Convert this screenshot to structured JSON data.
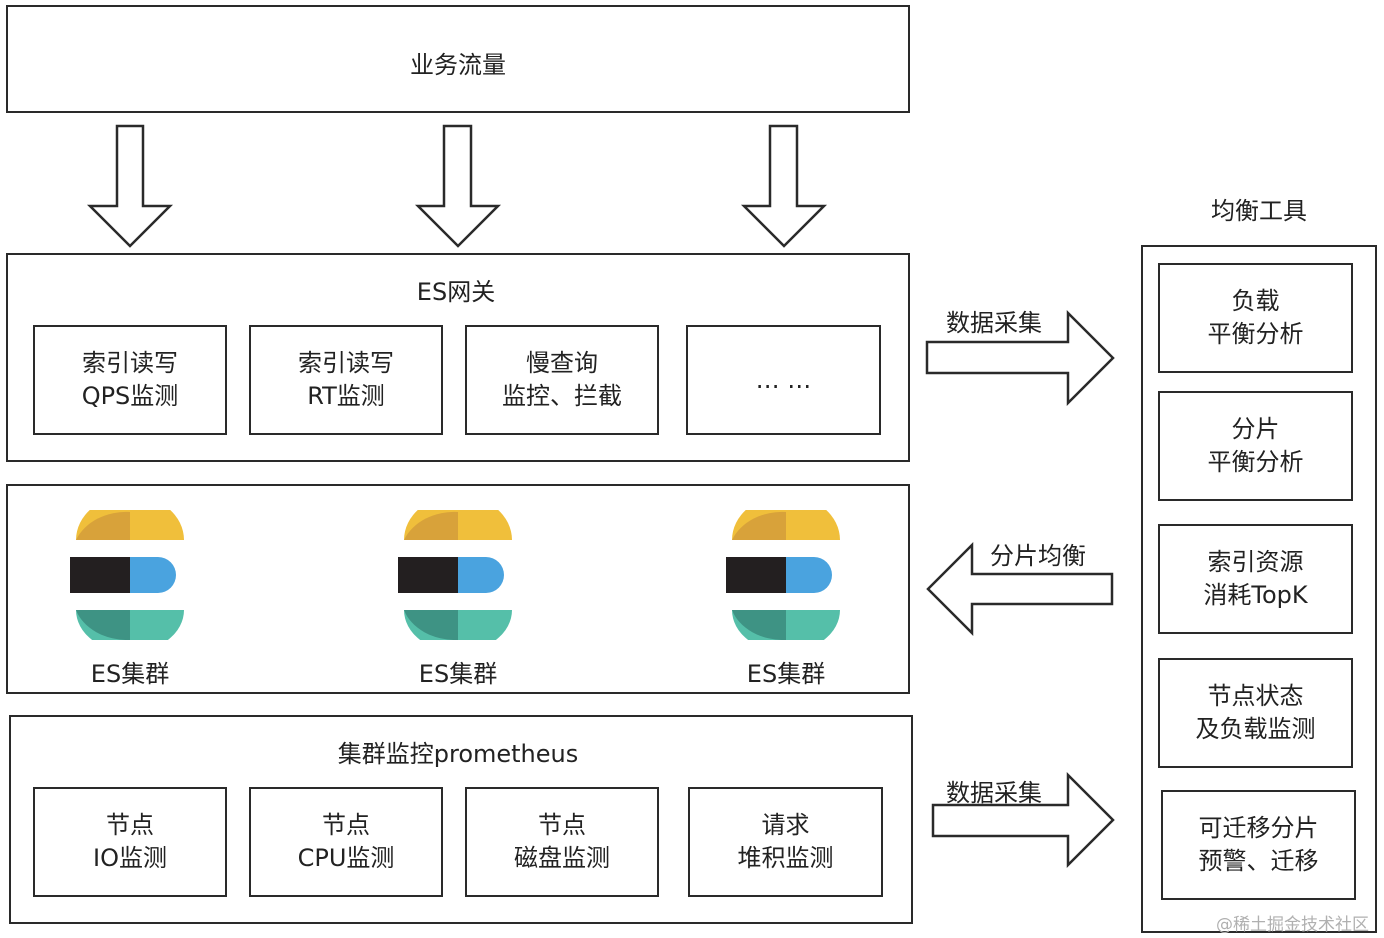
{
  "business": {
    "title": "业务流量"
  },
  "gateway": {
    "title": "ES网关",
    "items": [
      {
        "line1": "索引读写",
        "line2": "QPS监测"
      },
      {
        "line1": "索引读写",
        "line2": "RT监测"
      },
      {
        "line1": "慢查询",
        "line2": "监控、拦截"
      },
      {
        "line1": "… …",
        "line2": ""
      }
    ]
  },
  "clusters": {
    "label": "ES集群",
    "names": [
      "ES集群",
      "ES集群",
      "ES集群"
    ]
  },
  "monitor": {
    "title": "集群监控prometheus",
    "items": [
      {
        "line1": "节点",
        "line2": "IO监测"
      },
      {
        "line1": "节点",
        "line2": "CPU监测"
      },
      {
        "line1": "节点",
        "line2": "磁盘监测"
      },
      {
        "line1": "请求",
        "line2": "堆积监测"
      }
    ]
  },
  "tools": {
    "title": "均衡工具",
    "items": [
      {
        "line1": "负载",
        "line2": "平衡分析"
      },
      {
        "line1": "分片",
        "line2": "平衡分析"
      },
      {
        "line1": "索引资源",
        "line2": "消耗TopK"
      },
      {
        "line1": "节点状态",
        "line2": "及负载监测"
      },
      {
        "line1": "可迁移分片",
        "line2": "预警、迁移"
      }
    ]
  },
  "arrows": {
    "collect_top": "数据采集",
    "balance": "分片均衡",
    "collect_bottom": "数据采集"
  },
  "watermark": "@稀土掘金技术社区",
  "colors": {
    "stroke": "#2a2a2a",
    "logo_yellow": "#F0BF3B",
    "logo_yellow_dark": "#D8A23A",
    "logo_black": "#231F20",
    "logo_blue": "#4AA3DF",
    "logo_teal": "#55BFA9",
    "logo_teal_dark": "#3E9384"
  }
}
